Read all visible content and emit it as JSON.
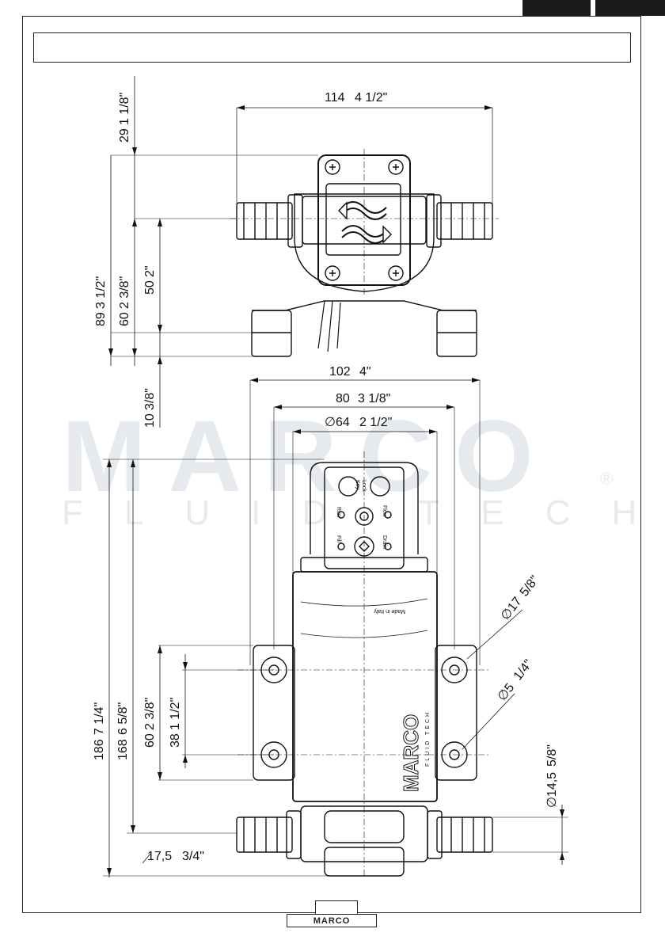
{
  "branding": {
    "footer_logo": "MARCO",
    "watermark_brand": "MARCO",
    "watermark_sub": "FLUID TECH",
    "watermark_reg": "®"
  },
  "top_view": {
    "width_mm": "114",
    "width_in": "4 1/2\"",
    "h_29_mm": "29",
    "h_29_in": "1 1/8\"",
    "h_89_mm": "89",
    "h_89_in": "3 1/2\"",
    "h_60_mm": "60",
    "h_60_in": "2 3/8\"",
    "h_50_mm": "50",
    "h_50_in": "2\"",
    "h_10_mm": "10",
    "h_10_in": "3/8\""
  },
  "front_view": {
    "w_102_mm": "102",
    "w_102_in": "4\"",
    "w_80_mm": "80",
    "w_80_in": "3 1/8\"",
    "d_64_mm": "∅64",
    "d_64_in": "2 1/2\"",
    "h_186_mm": "186",
    "h_186_in": "7 1/4\"",
    "h_168_mm": "168",
    "h_168_in": "6 5/8\"",
    "h_60_mm": "60",
    "h_60_in": "2 3/8\"",
    "h_38_mm": "38",
    "h_38_in": "1 1/2\"",
    "d_17_mm": "∅17",
    "d_17_in": "5/8\"",
    "d_5_mm": "∅5",
    "d_5_in": "1/4\"",
    "d_14_5_mm": "∅14,5",
    "d_14_5_in": "5/8\"",
    "off_17_5_mm": "17,5",
    "off_17_5_in": "3/4\""
  },
  "panel": {
    "lock": "Lock",
    "key": "Key",
    "run": "Run",
    "flow": "Flow",
    "fill": "Fill",
    "drain": "Drain"
  },
  "body_text": {
    "made_in": "Made in Italy",
    "brand_small": "MARCO",
    "brand_sub": "FLUID TECH"
  }
}
